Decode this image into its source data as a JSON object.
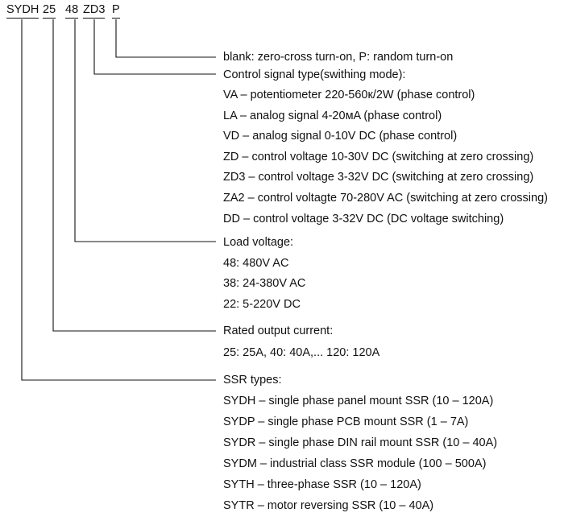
{
  "code_parts": [
    "SYDH",
    "25",
    "48",
    "ZD3",
    "P"
  ],
  "groups": [
    {
      "heading": "blank: zero-cross turn-on, P: random turn-on",
      "items": []
    },
    {
      "heading": "Control signal type(swithing mode):",
      "items": [
        "VA – potentiometer 220-560к/2W (phase control)",
        "LA – analog signal 4-20мA (phase control)",
        "VD – analog signal 0-10V DC (phase control)",
        "ZD – control voltage 10-30V DC (switching at zero crossing)",
        "ZD3 – control voltage 3-32V DC (switching at zero crossing)",
        "ZA2 – control voltagte 70-280V AC (switching at zero crossing)",
        "DD – control voltage 3-32V DC (DC voltage switching)"
      ]
    },
    {
      "heading": "Load voltage:",
      "items": [
        "48: 480V AC",
        "38: 24-380V AC",
        "22: 5-220V DC"
      ]
    },
    {
      "heading": "Rated output current:",
      "items": [
        "25: 25A, 40: 40A,... 120: 120A"
      ]
    },
    {
      "heading": "SSR types:",
      "items": [
        "SYDH – single phase panel mount SSR (10 – 120A)",
        "SYDP – single phase PCB mount SSR (1 – 7A)",
        "SYDR – single phase DIN rail mount SSR (10 – 40A)",
        "SYDM – industrial class SSR module (100 – 500A)",
        "SYTH – three-phase SSR (10 – 120A)",
        "SYTR – motor reversing SSR (10 – 40A)"
      ]
    }
  ]
}
